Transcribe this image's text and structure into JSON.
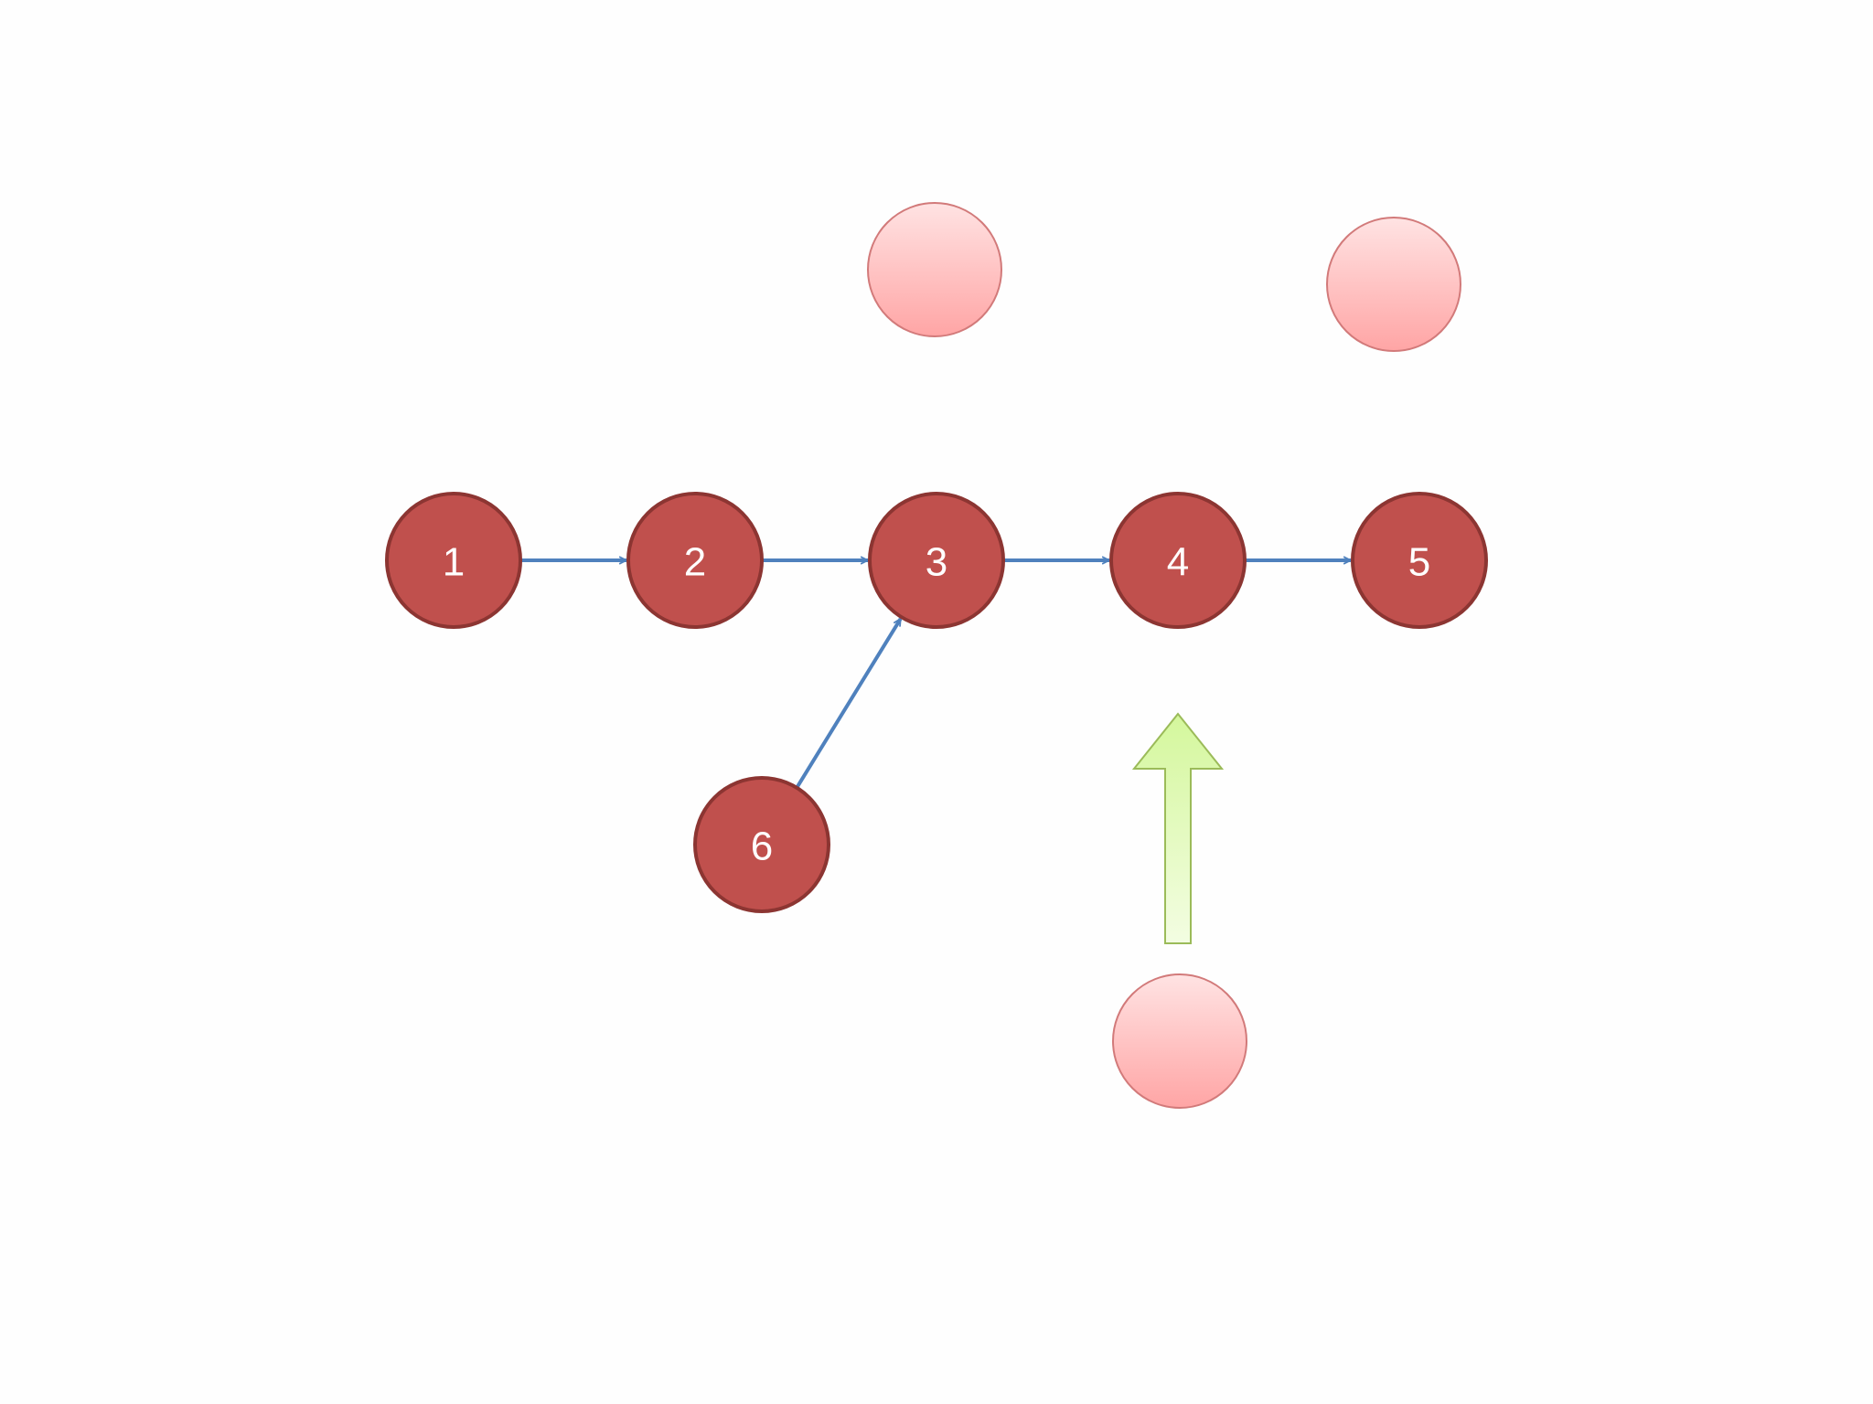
{
  "diagram": {
    "nodes": [
      {
        "id": "n1",
        "label": "1",
        "style": "solid"
      },
      {
        "id": "n2",
        "label": "2",
        "style": "solid"
      },
      {
        "id": "n3",
        "label": "3",
        "style": "solid"
      },
      {
        "id": "n4",
        "label": "4",
        "style": "solid"
      },
      {
        "id": "n5",
        "label": "5",
        "style": "solid"
      },
      {
        "id": "n6",
        "label": "6",
        "style": "solid"
      },
      {
        "id": "g1",
        "label": "",
        "style": "faded"
      },
      {
        "id": "g2",
        "label": "",
        "style": "faded"
      },
      {
        "id": "g3",
        "label": "",
        "style": "faded"
      }
    ],
    "edges": [
      {
        "from": "n1",
        "to": "n2"
      },
      {
        "from": "n2",
        "to": "n3"
      },
      {
        "from": "n3",
        "to": "n4"
      },
      {
        "from": "n4",
        "to": "n5"
      },
      {
        "from": "n6",
        "to": "n3"
      }
    ],
    "pointer": {
      "from": "g3",
      "to": "n4"
    }
  },
  "colors": {
    "background": "#fefefe",
    "solid_fill": "#c0504d",
    "solid_stroke": "#8c3532",
    "faded_fill_top": "#ffe3e3",
    "faded_fill_bottom": "#ffa5a5",
    "faded_stroke": "#d27a7a",
    "edge": "#4f81bd",
    "pointer_fill_top": "#d4f79c",
    "pointer_fill_bottom": "#f3fde2",
    "pointer_stroke": "#9bbb59"
  }
}
